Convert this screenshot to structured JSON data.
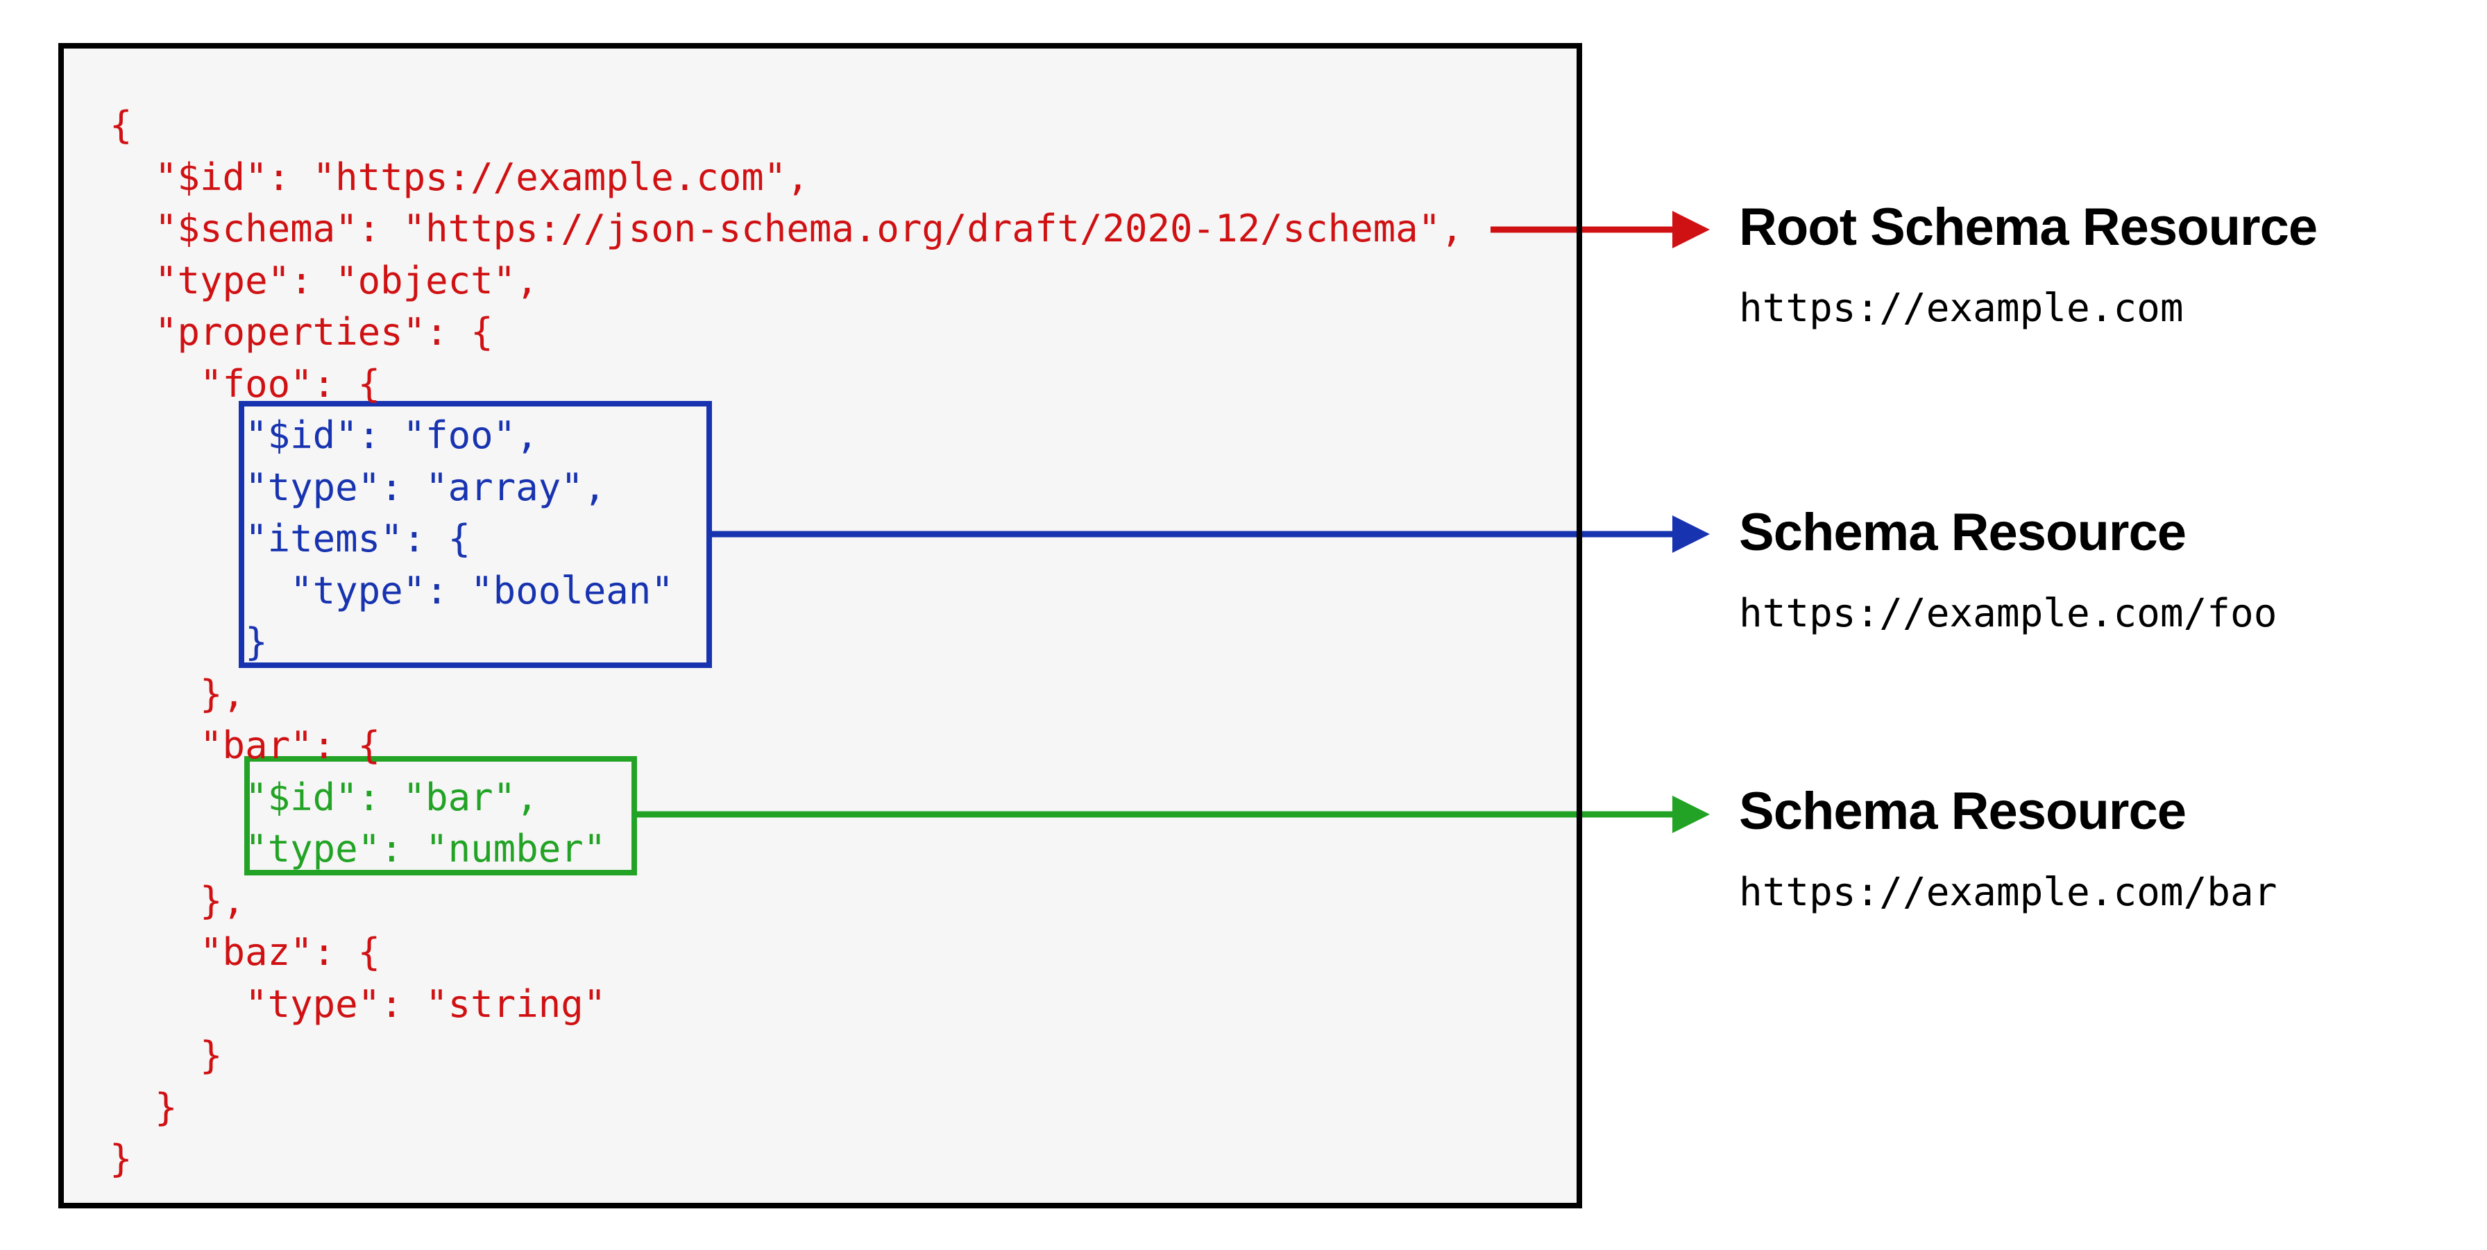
{
  "colors": {
    "code_red": "#d01113",
    "schema_blue": "#1733b0",
    "schema_green": "#22a325",
    "panel_background": "#f6f6f6",
    "panel_border": "#000000",
    "label_text": "#000000"
  },
  "code": {
    "lines": [
      {
        "text": "{",
        "color": "code_red"
      },
      {
        "text": "  \"$id\": \"https://example.com\",",
        "color": "code_red"
      },
      {
        "text": "  \"$schema\": \"https://json-schema.org/draft/2020-12/schema\",",
        "color": "code_red"
      },
      {
        "text": "  \"type\": \"object\",",
        "color": "code_red"
      },
      {
        "text": "  \"properties\": {",
        "color": "code_red"
      },
      {
        "text": "    \"foo\": {",
        "color": "code_red"
      },
      {
        "text": "      \"$id\": \"foo\",",
        "color": "schema_blue"
      },
      {
        "text": "      \"type\": \"array\",",
        "color": "schema_blue"
      },
      {
        "text": "      \"items\": {",
        "color": "schema_blue"
      },
      {
        "text": "        \"type\": \"boolean\"",
        "color": "schema_blue"
      },
      {
        "text": "      }",
        "color": "schema_blue"
      },
      {
        "text": "    },",
        "color": "code_red"
      },
      {
        "text": "    \"bar\": {",
        "color": "code_red"
      },
      {
        "text": "      \"$id\": \"bar\",",
        "color": "schema_green"
      },
      {
        "text": "      \"type\": \"number\"",
        "color": "schema_green"
      },
      {
        "text": "    },",
        "color": "code_red"
      },
      {
        "text": "    \"baz\": {",
        "color": "code_red"
      },
      {
        "text": "      \"type\": \"string\"",
        "color": "code_red"
      },
      {
        "text": "    }",
        "color": "code_red"
      },
      {
        "text": "  }",
        "color": "code_red"
      },
      {
        "text": "}",
        "color": "code_red"
      }
    ]
  },
  "annotations": [
    {
      "title": "Root Schema Resource",
      "url": "https://example.com",
      "color": "code_red"
    },
    {
      "title": "Schema Resource",
      "url": "https://example.com/foo",
      "color": "schema_blue"
    },
    {
      "title": "Schema Resource",
      "url": "https://example.com/bar",
      "color": "schema_green"
    }
  ]
}
